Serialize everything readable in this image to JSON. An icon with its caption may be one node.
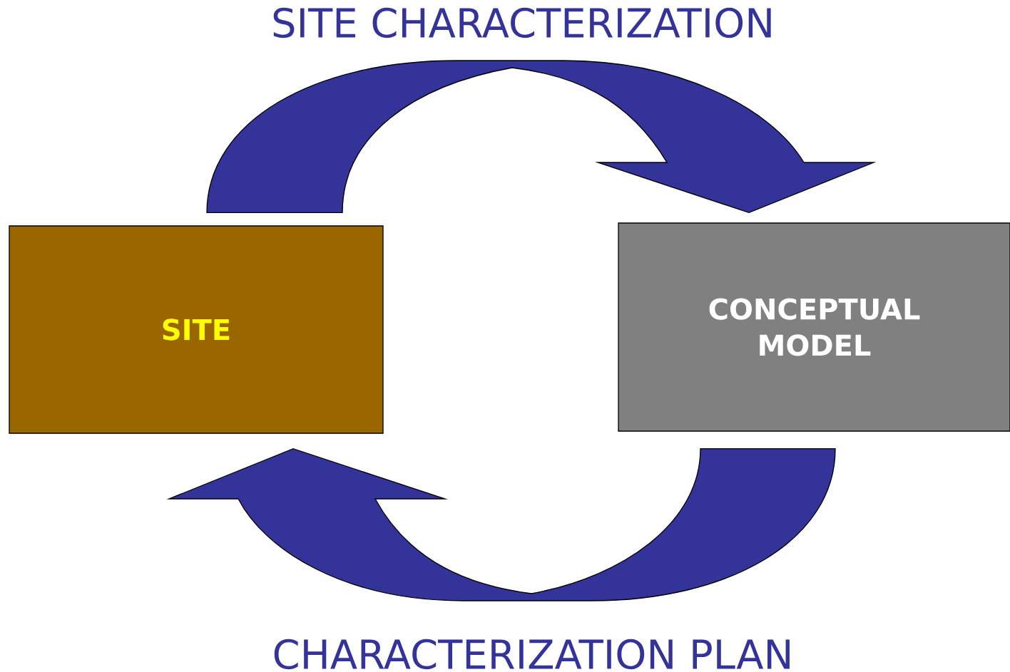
{
  "diagram": {
    "nodes": [
      {
        "text": [
          "SITE"
        ]
      },
      {
        "text": [
          "CONCEPTUAL MODEL"
        ]
      }
    ],
    "edges": [
      {
        "from": 0,
        "to": 1,
        "arrow": "to",
        "label": "SITE CHARACTERIZATION"
      },
      {
        "from": 1,
        "to": 0,
        "arrow": "to",
        "label": "CHARACTERIZATION PLAN"
      }
    ]
  }
}
